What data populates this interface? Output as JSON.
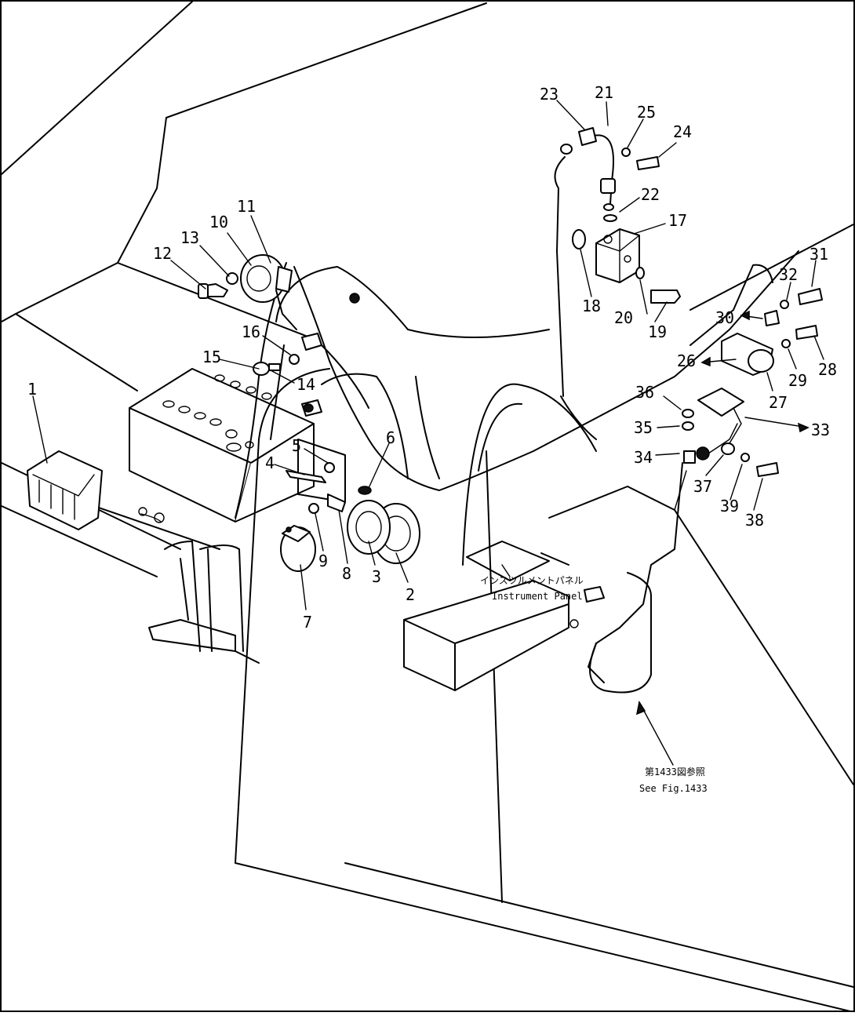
{
  "callouts": [
    "1",
    "2",
    "3",
    "4",
    "5",
    "6",
    "7",
    "8",
    "9",
    "10",
    "11",
    "12",
    "13",
    "14",
    "15",
    "16",
    "17",
    "18",
    "19",
    "20",
    "21",
    "22",
    "23",
    "24",
    "25",
    "26",
    "27",
    "28",
    "29",
    "30",
    "31",
    "32",
    "33",
    "34",
    "35",
    "36",
    "37",
    "38",
    "39"
  ],
  "notes": {
    "instrument_panel_jp": "インスツルメントパネル",
    "instrument_panel_en": "Instrument Panel",
    "see_fig_jp": "第1433図参照",
    "see_fig_en": "See Fig.1433"
  },
  "icons": {
    "leader_arrow": "arrow-head"
  }
}
